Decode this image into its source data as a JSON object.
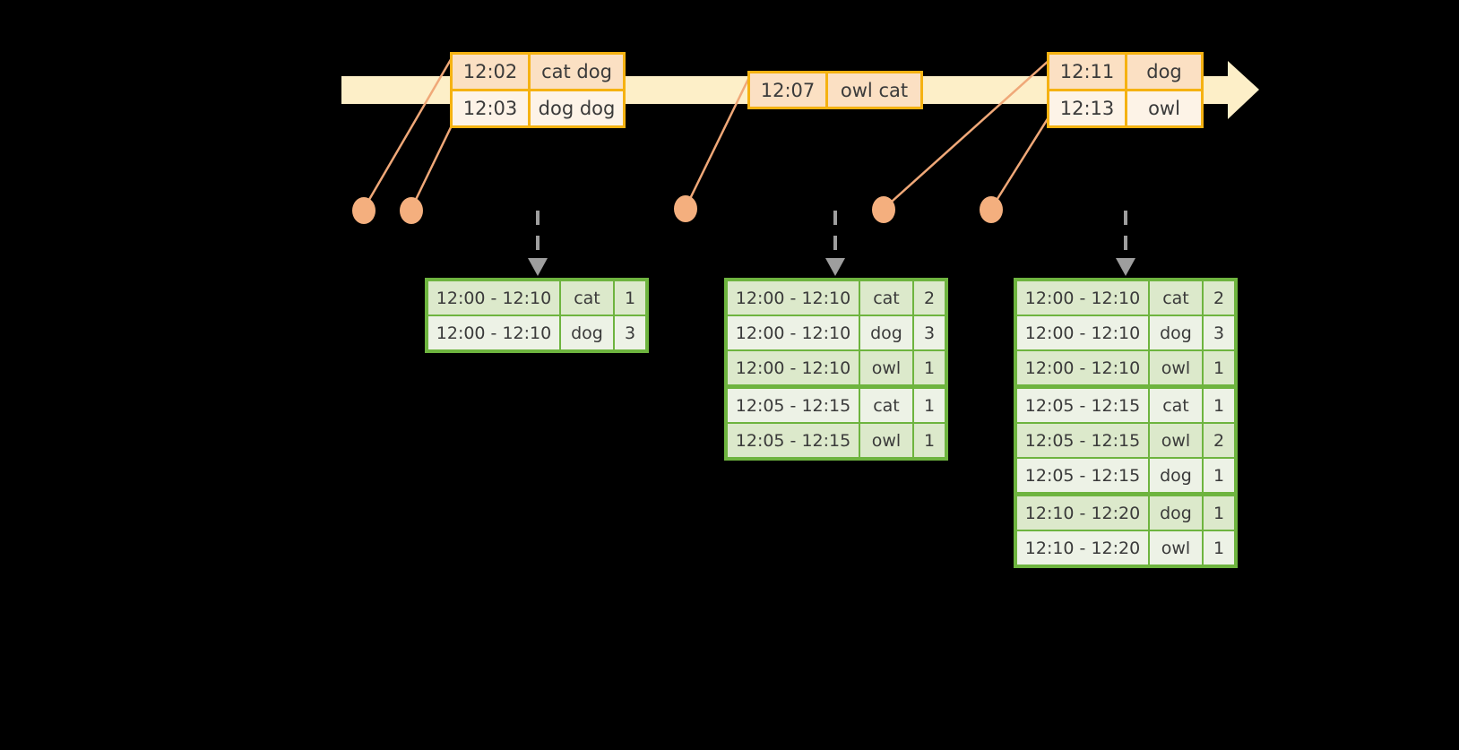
{
  "diagram": {
    "title": "sliding-window-aggregation",
    "background_color": "#000000",
    "timeline": {
      "color": "#FDEFC8",
      "arrow_color": "#FDEFC8",
      "direction": "right"
    },
    "colors": {
      "event_border": "#F5B212",
      "event_fill_dark": "#FBE0C3",
      "event_fill_light": "#FDF3E7",
      "connector": "#F0A878",
      "dot": "#F4AF7E",
      "table_border": "#6EB43F",
      "table_fill_shade": "#DCE9CB",
      "table_fill_plain": "#EDF2E6",
      "dashed_arrow": "#9E9E9E"
    }
  },
  "events": [
    {
      "id": "event-group-1",
      "rows": [
        {
          "time": "12:02",
          "value": "cat dog"
        },
        {
          "time": "12:03",
          "value": "dog dog"
        }
      ]
    },
    {
      "id": "event-group-2",
      "rows": [
        {
          "time": "12:07",
          "value": "owl cat"
        }
      ]
    },
    {
      "id": "event-group-3",
      "rows": [
        {
          "time": "12:11",
          "value": "dog"
        },
        {
          "time": "12:13",
          "value": "owl"
        }
      ]
    }
  ],
  "tables": [
    {
      "id": "result-table-1",
      "rows": [
        {
          "window": "12:00 - 12:10",
          "key": "cat",
          "count": "1"
        },
        {
          "window": "12:00 - 12:10",
          "key": "dog",
          "count": "3"
        }
      ]
    },
    {
      "id": "result-table-2",
      "rows": [
        {
          "window": "12:00 - 12:10",
          "key": "cat",
          "count": "2"
        },
        {
          "window": "12:00 - 12:10",
          "key": "dog",
          "count": "3"
        },
        {
          "window": "12:00 - 12:10",
          "key": "owl",
          "count": "1"
        },
        {
          "window": "12:05 - 12:15",
          "key": "cat",
          "count": "1"
        },
        {
          "window": "12:05 - 12:15",
          "key": "owl",
          "count": "1"
        }
      ]
    },
    {
      "id": "result-table-3",
      "rows": [
        {
          "window": "12:00 - 12:10",
          "key": "cat",
          "count": "2"
        },
        {
          "window": "12:00 - 12:10",
          "key": "dog",
          "count": "3"
        },
        {
          "window": "12:00 - 12:10",
          "key": "owl",
          "count": "1"
        },
        {
          "window": "12:05 - 12:15",
          "key": "cat",
          "count": "1"
        },
        {
          "window": "12:05 - 12:15",
          "key": "owl",
          "count": "2"
        },
        {
          "window": "12:05 - 12:15",
          "key": "dog",
          "count": "1"
        },
        {
          "window": "12:10 - 12:20",
          "key": "dog",
          "count": "1"
        },
        {
          "window": "12:10 - 12:20",
          "key": "owl",
          "count": "1"
        }
      ]
    }
  ]
}
